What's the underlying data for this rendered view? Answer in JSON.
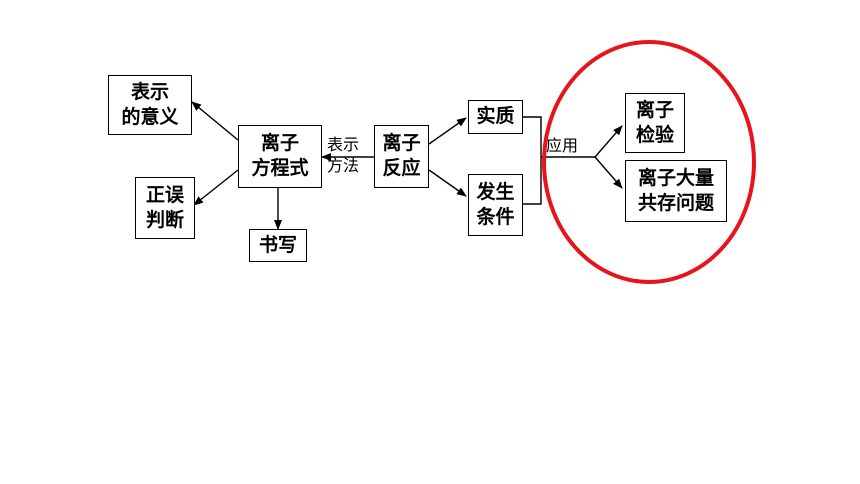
{
  "nodes": {
    "biaoshi_yiyi": {
      "line1": "表示",
      "line2": "的意义"
    },
    "zhengwu_panduan": {
      "line1": "正误",
      "line2": "判断"
    },
    "lizi_fangchengshi": {
      "line1": "离子",
      "line2": "方程式"
    },
    "shuxie": {
      "line1": "书写"
    },
    "lizi_fanying": {
      "line1": "离子",
      "line2": "反应"
    },
    "shizhi": {
      "line1": "实质"
    },
    "fasheng_tiaojian": {
      "line1": "发生",
      "line2": "条件"
    },
    "lizi_jianyan": {
      "line1": "离子",
      "line2": "检验"
    },
    "lizi_gongcun": {
      "line1": "离子大量",
      "line2": "共存问题"
    }
  },
  "edge_labels": {
    "biaoshi_fangfa": {
      "line1": "表示",
      "line2": "方法"
    },
    "yingyong": "应用"
  },
  "colors": {
    "highlight_ellipse": "#e8141b",
    "line": "#000000"
  }
}
